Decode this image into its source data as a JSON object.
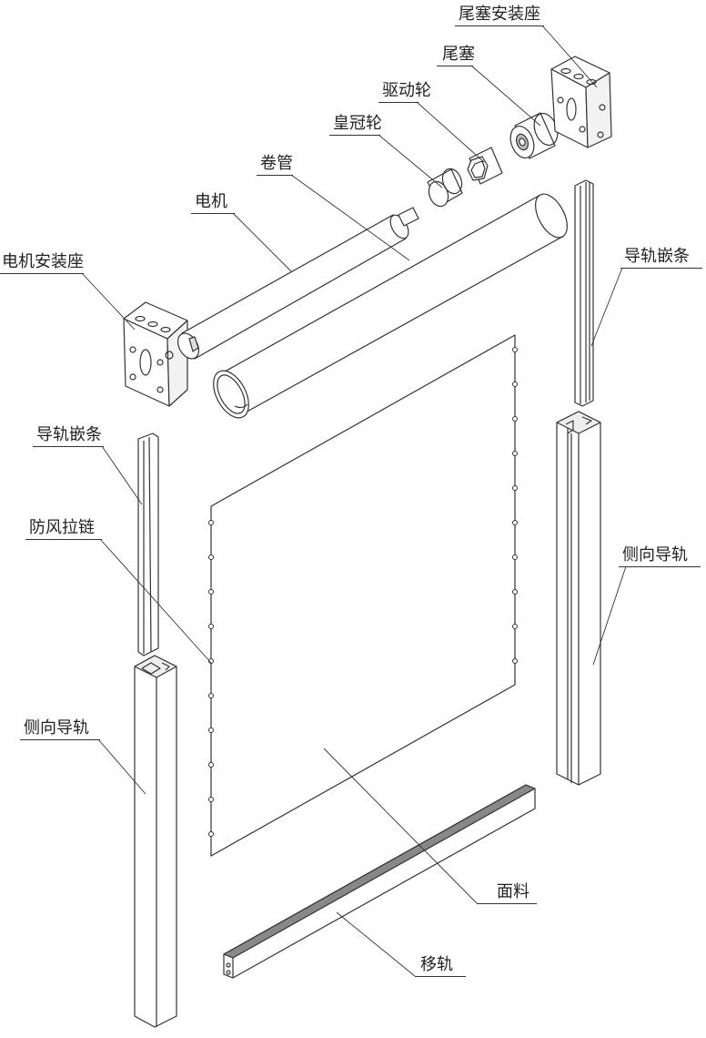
{
  "labels": {
    "end_plug_bracket": "尾塞安装座",
    "end_plug": "尾塞",
    "drive_wheel": "驱动轮",
    "crown_wheel": "皇冠轮",
    "roller_tube": "卷管",
    "motor": "电机",
    "motor_bracket": "电机安装座",
    "rail_insert_right": "导轨嵌条",
    "rail_insert_left": "导轨嵌条",
    "windproof_zipper": "防风拉链",
    "side_rail_right": "侧向导轨",
    "side_rail_left": "侧向导轨",
    "fabric": "面料",
    "bottom_rail": "移轨"
  },
  "colors": {
    "line": "#333333",
    "fill": "#ffffff",
    "shade": "#d9d9d9"
  }
}
